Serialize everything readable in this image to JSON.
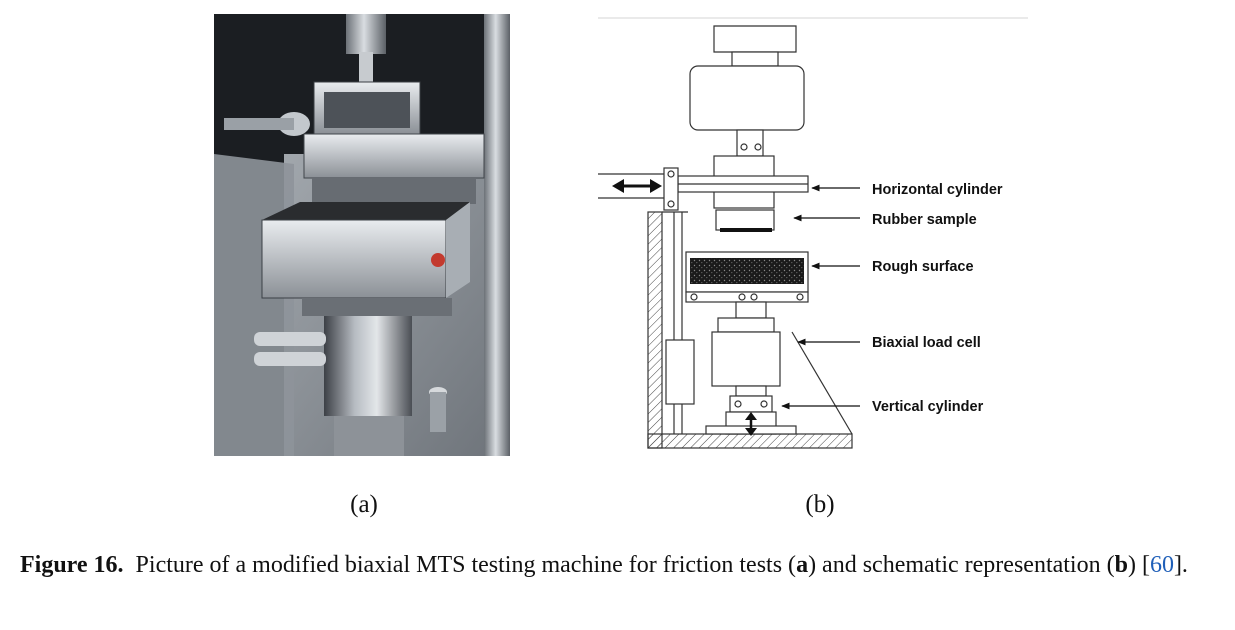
{
  "figure": {
    "panel_a_label": "(a)",
    "panel_b_label": "(b)",
    "callouts": {
      "horizontal_cylinder": "Horizontal cylinder",
      "rubber_sample": "Rubber sample",
      "rough_surface": "Rough surface",
      "biaxial_load_cell": "Biaxial load cell",
      "vertical_cylinder": "Vertical cylinder"
    }
  },
  "caption": {
    "label": "Figure 16.",
    "text_1": "Picture of a modified biaxial MTS testing machine for friction tests (",
    "bold_a": "a",
    "text_2": ") and schematic representation (",
    "bold_b": "b",
    "text_3": ") [",
    "ref": "60",
    "text_4": "]."
  }
}
